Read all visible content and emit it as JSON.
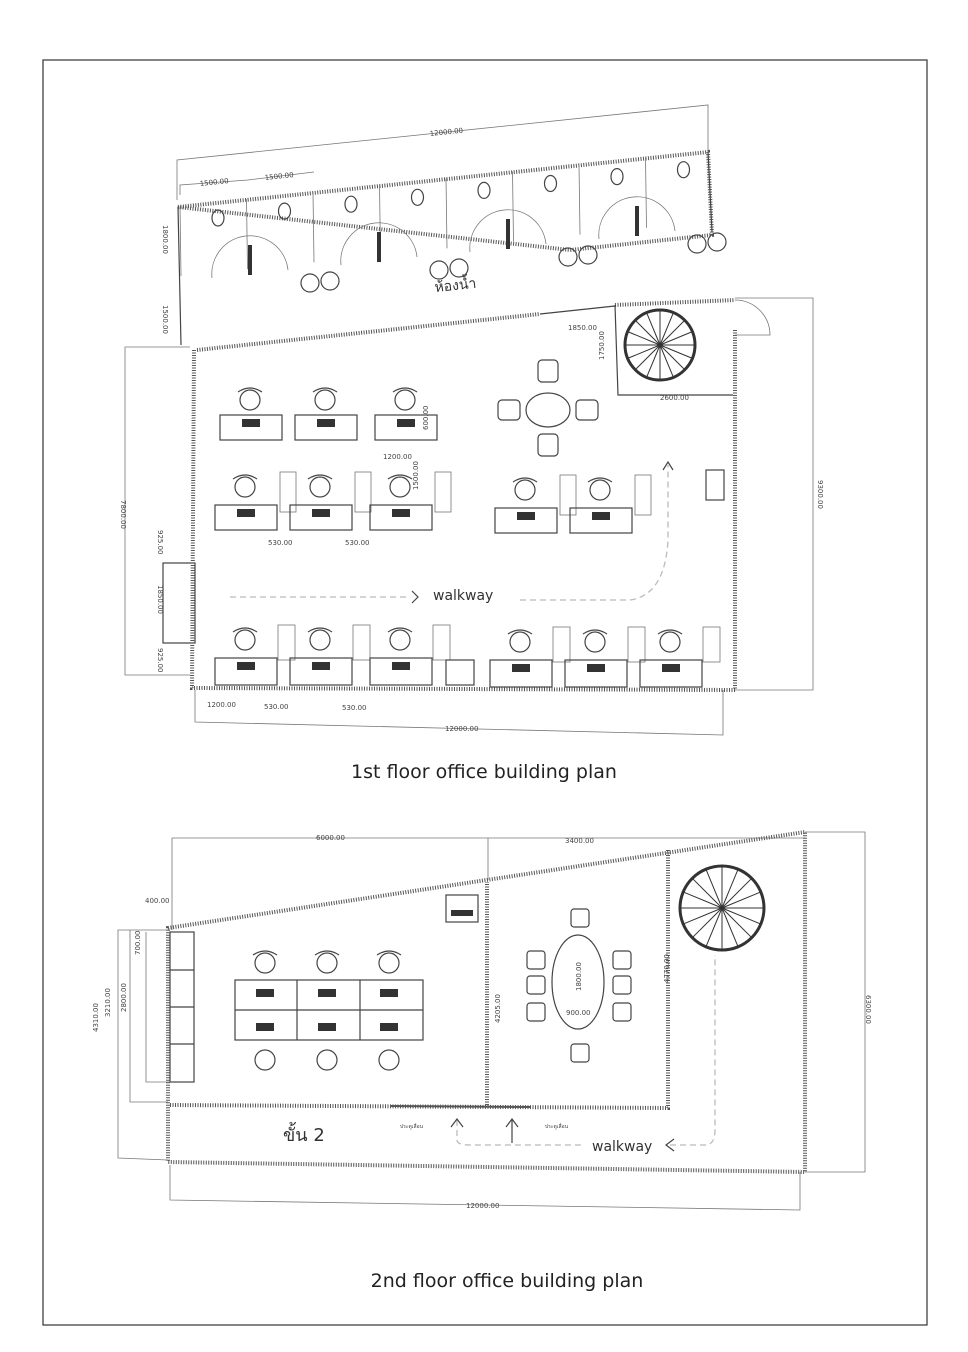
{
  "floor1": {
    "caption": "1st floor office building plan",
    "restroom_label": "ห้องน้ำ",
    "walkway_label": "walkway",
    "dimensions": {
      "top_total": "12000.00",
      "stall_a": "1500.00",
      "stall_b": "1500.00",
      "restroom_depth": "1800.00",
      "corridor_depth": "1500.00",
      "door_width": "1850.00",
      "stair_depth": "1750.00",
      "stair_width": "2600.00",
      "desk_depth": "600.00",
      "desk_width": "1200.00",
      "row_gap": "1500.00",
      "aisle_a": "530.00",
      "aisle_b": "530.00",
      "left_height": "7800.00",
      "right_height": "9300.00",
      "entry_top": "925.00",
      "entry_door": "1850.00",
      "entry_bottom": "925.00",
      "bottom_desk": "1200.00",
      "bottom_aisle_a": "530.00",
      "bottom_aisle_b": "530.00",
      "bottom_total": "12000.00"
    }
  },
  "floor2": {
    "caption": "2nd floor office building plan",
    "floor_label": "ขั้น 2",
    "walkway_label": "walkway",
    "door_label_left": "ประตูเลื่อน",
    "door_label_right": "ประตูเลื่อน",
    "dimensions": {
      "office_width": "6000.00",
      "meeting_width": "3400.00",
      "shelf_depth": "400.00",
      "shelf_unit": "700.00",
      "shelf_total": "2800.00",
      "left_inner": "3210.00",
      "left_total": "4310.00",
      "meeting_height": "4205.00",
      "table_length": "1800.00",
      "table_width": "900.00",
      "stair_height": "4770.00",
      "right_total": "6300.00",
      "bottom_total": "12000.00"
    }
  }
}
